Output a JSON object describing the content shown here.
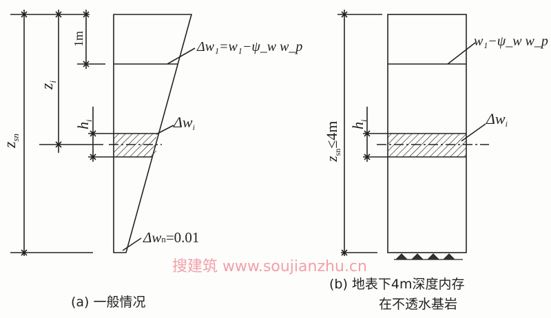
{
  "panel_a": {
    "caption": "(a) 一般情况",
    "dim_zsn": "z",
    "dim_zsn_sub": "sn",
    "dim_zi": "z",
    "dim_zi_sub": "i",
    "dim_1m": "1m",
    "dim_hi": "h",
    "dim_hi_sub": "i",
    "label_top": "Δw₁=w₁−ψ_w w_p",
    "label_mid": "Δw",
    "label_mid_sub": "i",
    "label_bottom": "Δw",
    "label_bottom_sub": "n",
    "label_bottom_val": "=0.01"
  },
  "panel_b": {
    "caption_line1": "(b) 地表下4m深度内存",
    "caption_line2": "在不透水基岩",
    "dim_zsn": "z",
    "dim_zsn_sub": "sn",
    "dim_zsn_cond": "≤4m",
    "dim_hi": "h",
    "dim_hi_sub": "i",
    "label_top": "w₁−ψ_w w_p",
    "label_mid": "Δw",
    "label_mid_sub": "i"
  },
  "watermark": "搜建筑  www.soujianzhu.cn"
}
